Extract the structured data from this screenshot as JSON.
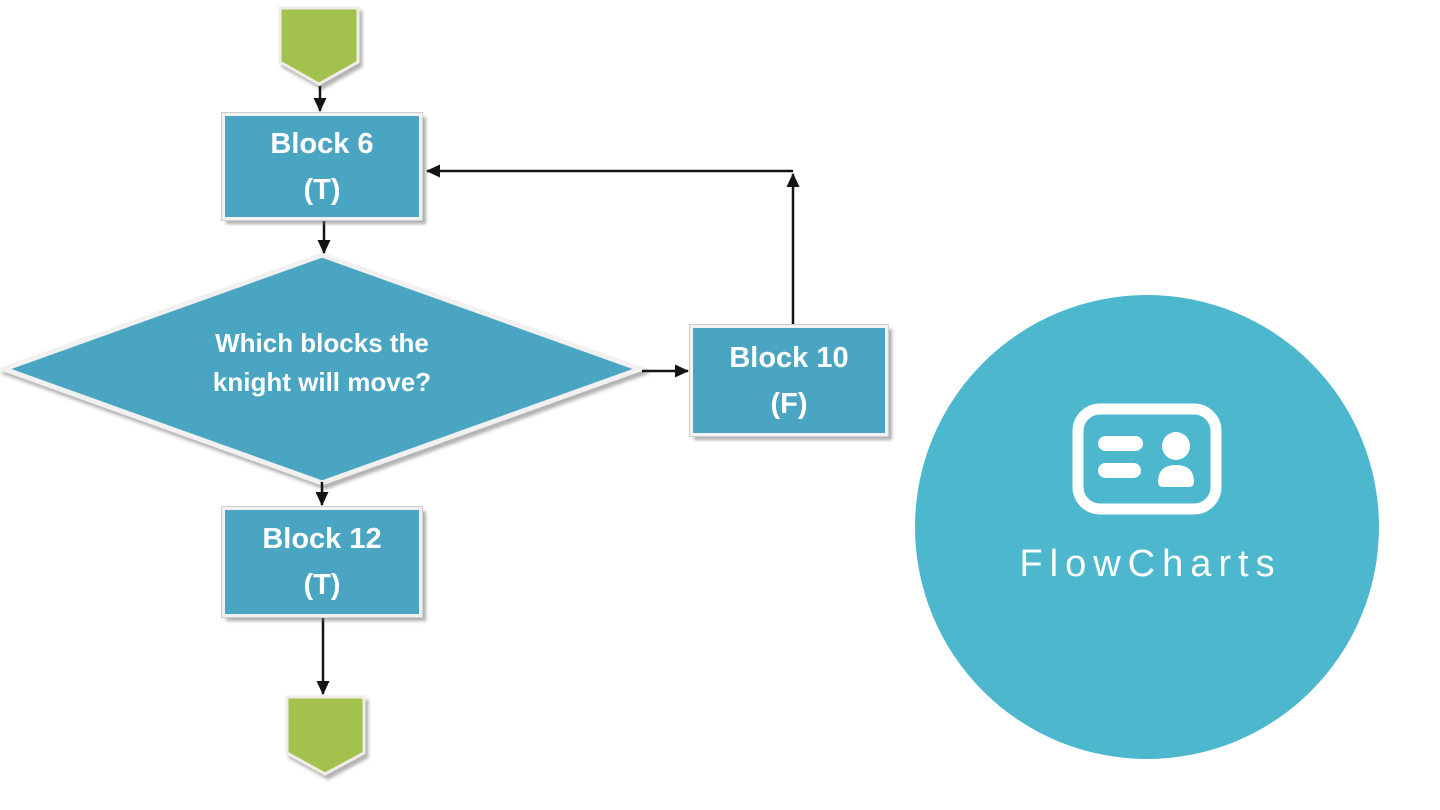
{
  "colors": {
    "process_fill": "#4AA5C2",
    "terminator_fill": "#A2C24E",
    "circle_fill": "#4DB7CE",
    "shape_border": "#F1F1F1",
    "arrow": "#141414",
    "text": "#FFFFFF"
  },
  "flowchart": {
    "block6": {
      "line1": "Block 6",
      "line2": "(T)"
    },
    "decision": {
      "line1": "Which blocks the",
      "line2": "knight will move?"
    },
    "block10": {
      "line1": "Block 10",
      "line2": "(F)"
    },
    "block12": {
      "line1": "Block 12",
      "line2": "(T)"
    }
  },
  "logo": {
    "label": "FlowCharts",
    "icon": "id-card-icon"
  }
}
